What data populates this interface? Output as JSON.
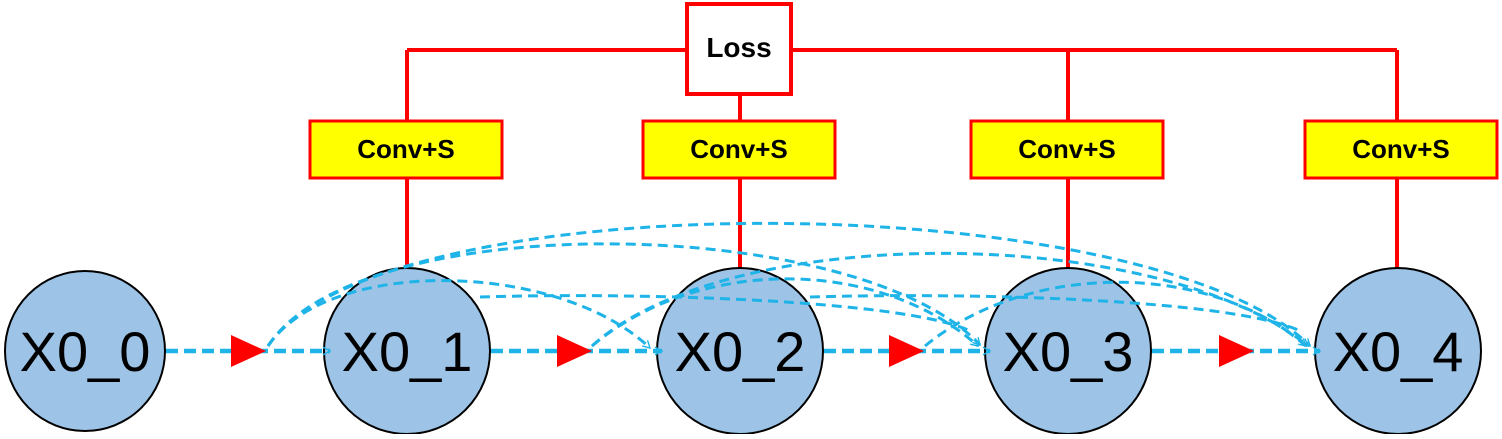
{
  "loss": {
    "label": "Loss"
  },
  "nodes": [
    {
      "id": "X0_0",
      "label": "X0_0"
    },
    {
      "id": "X0_1",
      "label": "X0_1"
    },
    {
      "id": "X0_2",
      "label": "X0_2"
    },
    {
      "id": "X0_3",
      "label": "X0_3"
    },
    {
      "id": "X0_4",
      "label": "X0_4"
    }
  ],
  "heads": [
    {
      "label": "Conv+S",
      "node": "X0_1"
    },
    {
      "label": "Conv+S",
      "node": "X0_2"
    },
    {
      "label": "Conv+S",
      "node": "X0_3"
    },
    {
      "label": "Conv+S",
      "node": "X0_4"
    }
  ],
  "skip_connections": [
    {
      "from": "X0_0",
      "to": "X0_2"
    },
    {
      "from": "X0_0",
      "to": "X0_3"
    },
    {
      "from": "X0_0",
      "to": "X0_4"
    },
    {
      "from": "X0_1",
      "to": "X0_3"
    },
    {
      "from": "X0_1",
      "to": "X0_4"
    },
    {
      "from": "X0_2",
      "to": "X0_4"
    }
  ],
  "colors": {
    "node_fill": "#9DC3E6",
    "node_stroke": "#000000",
    "supervision_line": "#FF0000",
    "head_fill": "#FFFF00",
    "head_stroke": "#FF0000",
    "skip_arrow": "#1FB4E8",
    "downsample_marker": "#FF0000"
  }
}
